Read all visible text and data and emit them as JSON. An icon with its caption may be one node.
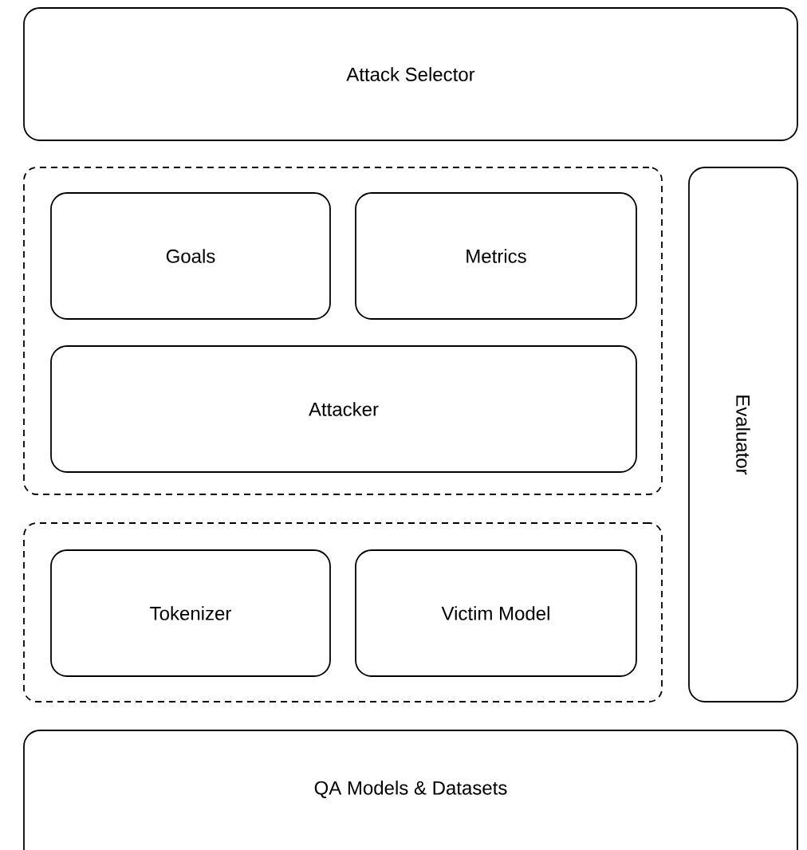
{
  "diagram": {
    "nodes": [
      {
        "text": [
          "Attack Selector"
        ]
      },
      {
        "text": [],
        "shape": "box"
      },
      {
        "text": [
          "Goals"
        ],
        "in": 1
      },
      {
        "text": [
          "Metrics"
        ],
        "in": 1
      },
      {
        "text": [
          "Attacker"
        ],
        "in": 1
      },
      {
        "text": [],
        "shape": "box"
      },
      {
        "text": [
          "Tokenizer"
        ],
        "in": 5
      },
      {
        "text": [
          "Victim Model"
        ],
        "in": 5
      },
      {
        "text": [
          "Evaluator"
        ]
      },
      {
        "text": [
          "QA Models & Datasets"
        ]
      }
    ]
  }
}
